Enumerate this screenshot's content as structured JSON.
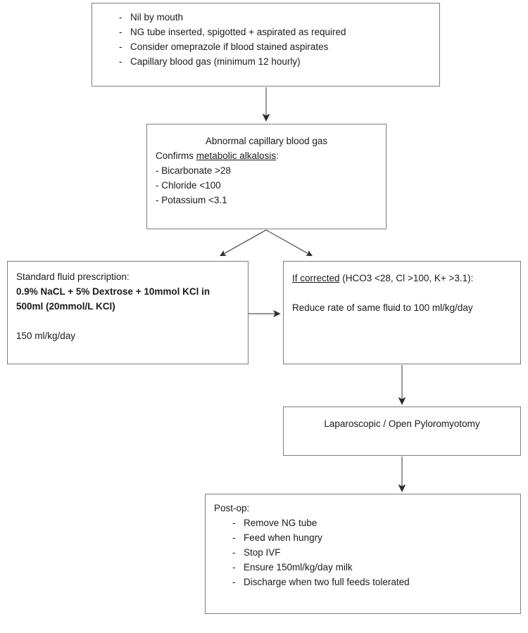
{
  "document": {
    "title": "Infantile Hypertrophic Pyloric Stenosis Management Flowchart",
    "type": "clinical-flowchart",
    "colors": {
      "box_border": "#7d7d7d",
      "text": "#1a1a1a",
      "background": "#ffffff",
      "connector": "#4d4d4d"
    }
  },
  "nodes": {
    "initial_management": {
      "name": "initial-management",
      "items": [
        "Nil by mouth",
        "NG tube inserted, spigotted + aspirated as required",
        "Consider omeprazole if blood stained aspirates",
        "Capillary blood gas (minimum 12 hourly)"
      ],
      "bullet_marker": "-"
    },
    "abnormal_gas": {
      "name": "abnormal-capillary-blood-gas",
      "heading": "Abnormal capillary blood gas",
      "confirms_prefix": "Confirms ",
      "confirms_underlined": "metabolic alkalosis",
      "confirms_suffix": ":",
      "criteria": [
        "- Bicarbonate >28",
        "- Chloride <100",
        "- Potassium <3.1"
      ]
    },
    "standard_fluid": {
      "name": "standard-fluid-prescription",
      "heading": "Standard fluid prescription:",
      "prescription_line1": "0.9% NaCL + 5% Dextrose + 10mmol KCl in",
      "prescription_line2": "500ml (20mmol/L KCl)",
      "rate": "150 ml/kg/day"
    },
    "if_corrected": {
      "name": "if-corrected",
      "condition_underlined": "If corrected",
      "condition_values": " (HCO3 <28, Cl >100, K+ >3.1):",
      "action": "Reduce rate of same fluid to 100 ml/kg/day"
    },
    "pyloromyotomy": {
      "name": "pyloromyotomy",
      "label": "Laparoscopic / Open Pyloromyotomy"
    },
    "postop": {
      "name": "post-op",
      "heading": "Post-op:",
      "items": [
        "Remove NG tube",
        "Feed when hungry",
        "Stop IVF",
        "Ensure 150ml/kg/day milk",
        "Discharge when two full feeds tolerated"
      ],
      "bullet_marker": "-"
    }
  },
  "connectors": [
    {
      "name": "arrow-initial-to-gas",
      "from": "initial_management",
      "to": "abnormal_gas",
      "direction": "down"
    },
    {
      "name": "arrow-gas-to-standard-fluid",
      "from": "abnormal_gas",
      "to": "standard_fluid",
      "direction": "down-left"
    },
    {
      "name": "arrow-gas-to-if-corrected",
      "from": "abnormal_gas",
      "to": "if_corrected",
      "direction": "down-right"
    },
    {
      "name": "arrow-standard-fluid-to-if-corrected",
      "from": "standard_fluid",
      "to": "if_corrected",
      "direction": "right"
    },
    {
      "name": "arrow-if-corrected-to-pyloromyotomy",
      "from": "if_corrected",
      "to": "pyloromyotomy",
      "direction": "down"
    },
    {
      "name": "arrow-pyloromyotomy-to-postop",
      "from": "pyloromyotomy",
      "to": "postop",
      "direction": "down"
    }
  ]
}
